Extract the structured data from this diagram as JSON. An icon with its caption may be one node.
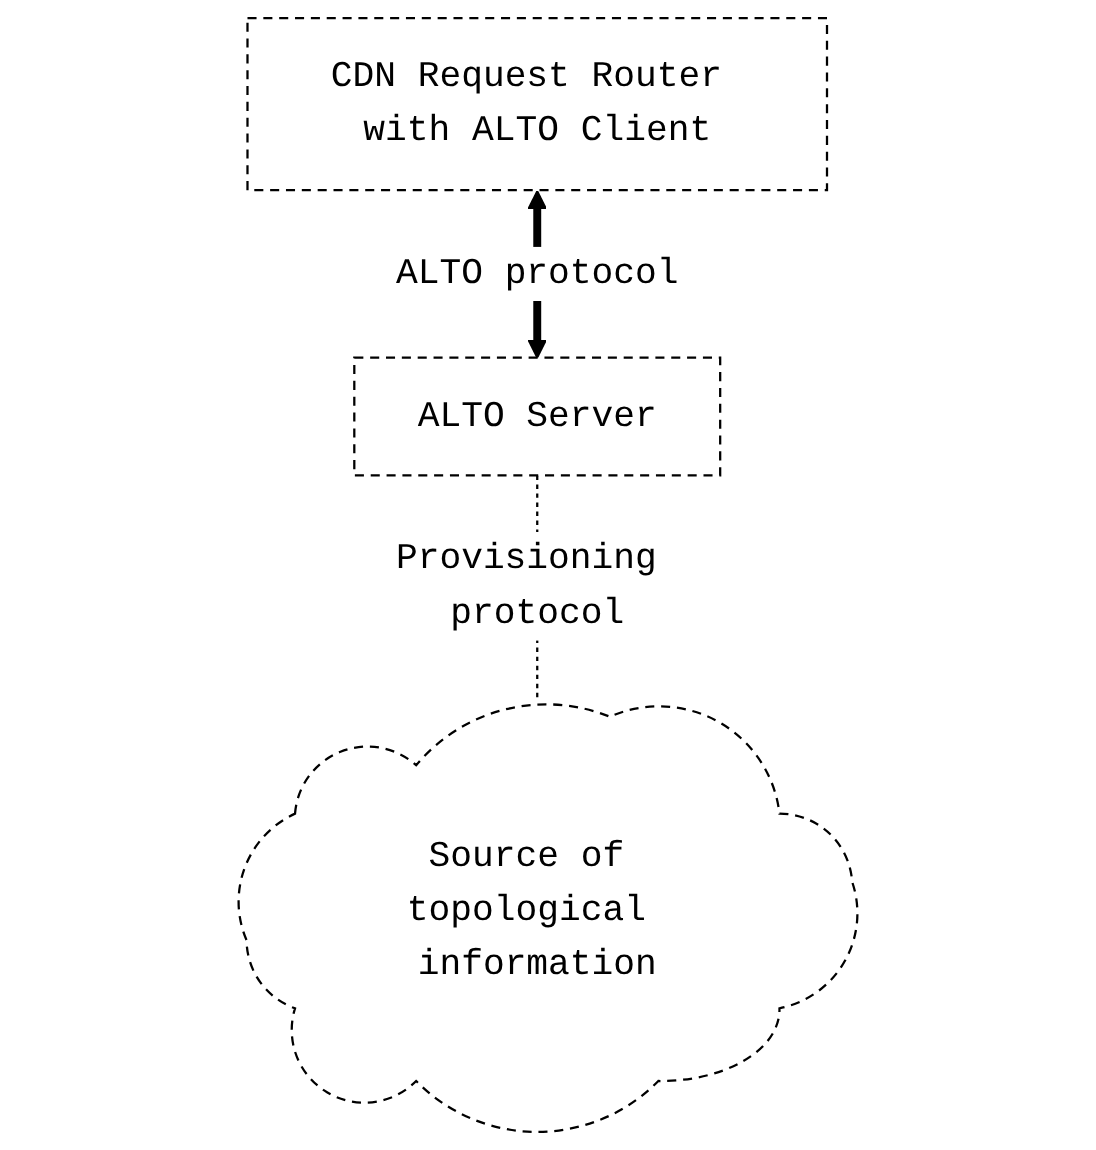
{
  "diagram": {
    "nodes": [
      {
        "text": [
          "CDN Request Router with ALTO Client"
        ]
      },
      {
        "text": [
          "ALTO Server"
        ]
      },
      {
        "text": [
          "Source of topological information"
        ]
      }
    ],
    "edges": [
      {
        "from": 0,
        "to": 1,
        "arrow": "both",
        "label": "ALTO protocol",
        "style": "thick"
      },
      {
        "from": 1,
        "to": 2,
        "arrow": "none",
        "label": "Provisioning protocol",
        "style": "dashed"
      }
    ]
  }
}
